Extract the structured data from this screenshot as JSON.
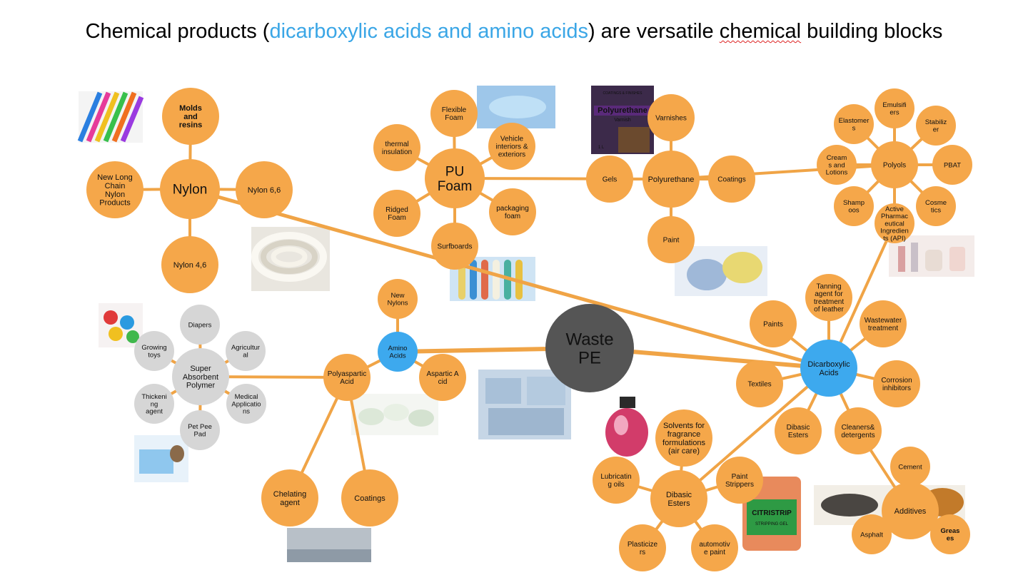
{
  "title": {
    "before": "Chemical products (",
    "highlight": "dicarboxylic acids and amino acids",
    "middle": ") are versatile ",
    "underlined": "chemical",
    "after": " building blocks"
  },
  "colors": {
    "orange": "#f5a74a",
    "blue": "#3da9ee",
    "gray": "#d6d6d6",
    "dark": "#555555",
    "line": "#f0a446"
  },
  "nodes": [
    {
      "id": "waste-pe",
      "label": "Waste\nPE",
      "color": "dark",
      "text_color": "#ffffff",
      "bold": false,
      "size": "xl"
    },
    {
      "id": "nylon",
      "label": "Nylon",
      "color": "orange",
      "bold": false,
      "size": "l"
    },
    {
      "id": "molds",
      "label": "Molds\nand\nresins",
      "color": "orange",
      "bold": true,
      "size": "m"
    },
    {
      "id": "new-long-chain",
      "label": "New Long\nChain\nNylon\nProducts",
      "color": "orange",
      "bold": false,
      "size": "m"
    },
    {
      "id": "nylon66",
      "label": "Nylon 6,6",
      "color": "orange",
      "bold": false,
      "size": "m"
    },
    {
      "id": "nylon46",
      "label": "Nylon 4,6",
      "color": "orange",
      "bold": false,
      "size": "m"
    },
    {
      "id": "pu-foam",
      "label": "PU\nFoam",
      "color": "orange",
      "bold": false,
      "size": "l"
    },
    {
      "id": "flexible-foam",
      "label": "Flexible\nFoam",
      "color": "orange",
      "bold": false,
      "size": "s"
    },
    {
      "id": "thermal",
      "label": "thermal\ninsulation",
      "color": "orange",
      "bold": false,
      "size": "s"
    },
    {
      "id": "vehicle",
      "label": "Vehicle\ninteriors &\nexteriors",
      "color": "orange",
      "bold": false,
      "size": "s"
    },
    {
      "id": "ridged",
      "label": "Ridged\nFoam",
      "color": "orange",
      "bold": false,
      "size": "s"
    },
    {
      "id": "packaging",
      "label": "packaging\nfoam",
      "color": "orange",
      "bold": false,
      "size": "s"
    },
    {
      "id": "surfboards",
      "label": "Surfboards",
      "color": "orange",
      "bold": false,
      "size": "s"
    },
    {
      "id": "polyurethane",
      "label": "Polyurethane",
      "color": "orange",
      "bold": false,
      "size": "m"
    },
    {
      "id": "varnishes",
      "label": "Varnishes",
      "color": "orange",
      "bold": false,
      "size": "s"
    },
    {
      "id": "gels",
      "label": "Gels",
      "color": "orange",
      "bold": false,
      "size": "s"
    },
    {
      "id": "coatings-pu",
      "label": "Coatings",
      "color": "orange",
      "bold": false,
      "size": "s"
    },
    {
      "id": "paint-pu",
      "label": "Paint",
      "color": "orange",
      "bold": false,
      "size": "s"
    },
    {
      "id": "polyols",
      "label": "Polyols",
      "color": "orange",
      "bold": false,
      "size": "s"
    },
    {
      "id": "emulsifiers",
      "label": "Emulsifi\ners",
      "color": "orange",
      "bold": false,
      "size": "xs"
    },
    {
      "id": "elastomers",
      "label": "Elastomer\ns",
      "color": "orange",
      "bold": false,
      "size": "xs"
    },
    {
      "id": "stabilizer",
      "label": "Stabiliz\ner",
      "color": "orange",
      "bold": false,
      "size": "xs"
    },
    {
      "id": "creams",
      "label": "Cream\ns and\nLotions",
      "color": "orange",
      "bold": false,
      "size": "xs"
    },
    {
      "id": "pbat",
      "label": "PBAT",
      "color": "orange",
      "bold": false,
      "size": "xs"
    },
    {
      "id": "shampoos",
      "label": "Shamp\noos",
      "color": "orange",
      "bold": false,
      "size": "xs"
    },
    {
      "id": "cosmetics",
      "label": "Cosme\ntics",
      "color": "orange",
      "bold": false,
      "size": "xs"
    },
    {
      "id": "api",
      "label": "Active\nPharmac\neutical\nIngredien\nts (API)",
      "color": "orange",
      "bold": false,
      "size": "xs"
    },
    {
      "id": "dicarboxylic",
      "label": "Dicarboxylic\nAcids",
      "color": "blue",
      "bold": false,
      "size": "m"
    },
    {
      "id": "tanning",
      "label": "Tanning\nagent for\ntreatment\nof leather",
      "color": "orange",
      "bold": false,
      "size": "s"
    },
    {
      "id": "paints",
      "label": "Paints",
      "color": "orange",
      "bold": false,
      "size": "s"
    },
    {
      "id": "wastewater",
      "label": "Wastewater\ntreatment",
      "color": "orange",
      "bold": false,
      "size": "s"
    },
    {
      "id": "textiles",
      "label": "Textiles",
      "color": "orange",
      "bold": false,
      "size": "s"
    },
    {
      "id": "corrosion",
      "label": "Corrosion\ninhibitors",
      "color": "orange",
      "bold": false,
      "size": "s"
    },
    {
      "id": "dibasic-esters-small",
      "label": "Dibasic\nEsters",
      "color": "orange",
      "bold": false,
      "size": "s"
    },
    {
      "id": "cleaners",
      "label": "Cleaners&\ndetergents",
      "color": "orange",
      "bold": false,
      "size": "s"
    },
    {
      "id": "additives",
      "label": "Additives",
      "color": "orange",
      "bold": false,
      "size": "m"
    },
    {
      "id": "cement",
      "label": "Cement",
      "color": "orange",
      "bold": false,
      "size": "xs"
    },
    {
      "id": "asphalt",
      "label": "Asphalt",
      "color": "orange",
      "bold": false,
      "size": "xs"
    },
    {
      "id": "greases",
      "label": "Greas\nes",
      "color": "orange",
      "bold": true,
      "size": "xs"
    },
    {
      "id": "dibasic-esters",
      "label": "Dibasic\nEsters",
      "color": "orange",
      "bold": false,
      "size": "m"
    },
    {
      "id": "solvents",
      "label": "Solvents for\nfragrance\nformulations\n(air care)",
      "color": "orange",
      "bold": false,
      "size": "m"
    },
    {
      "id": "lubricating",
      "label": "Lubricatin\ng oils",
      "color": "orange",
      "bold": false,
      "size": "s"
    },
    {
      "id": "paint-strippers",
      "label": "Paint\nStrippers",
      "color": "orange",
      "bold": false,
      "size": "s"
    },
    {
      "id": "plasticizers",
      "label": "Plasticize\nrs",
      "color": "orange",
      "bold": false,
      "size": "s"
    },
    {
      "id": "automotive",
      "label": "automotiv\ne paint",
      "color": "orange",
      "bold": false,
      "size": "s"
    },
    {
      "id": "amino-acids",
      "label": "Amino\nAcids",
      "color": "blue",
      "bold": false,
      "size": "xs"
    },
    {
      "id": "new-nylons",
      "label": "New\nNylons",
      "color": "orange",
      "bold": false,
      "size": "xs"
    },
    {
      "id": "aspartic",
      "label": "Aspartic A\ncid",
      "color": "orange",
      "bold": false,
      "size": "s"
    },
    {
      "id": "polyaspartic",
      "label": "Polyaspartic\nAcid",
      "color": "orange",
      "bold": false,
      "size": "s"
    },
    {
      "id": "chelating",
      "label": "Chelating\nagent",
      "color": "orange",
      "bold": false,
      "size": "m"
    },
    {
      "id": "coatings-pa",
      "label": "Coatings",
      "color": "orange",
      "bold": false,
      "size": "m"
    },
    {
      "id": "sap",
      "label": "Super\nAbsorbent\nPolymer",
      "color": "gray",
      "bold": false,
      "size": "m"
    },
    {
      "id": "diapers",
      "label": "Diapers",
      "color": "gray",
      "bold": false,
      "size": "xs"
    },
    {
      "id": "growing-toys",
      "label": "Growing\ntoys",
      "color": "gray",
      "bold": false,
      "size": "xs"
    },
    {
      "id": "agricultural",
      "label": "Agricultur\nal",
      "color": "gray",
      "bold": false,
      "size": "xs"
    },
    {
      "id": "thickening",
      "label": "Thickeni\nng\nagent",
      "color": "gray",
      "bold": false,
      "size": "xs"
    },
    {
      "id": "medical",
      "label": "Medical\nApplicatio\nns",
      "color": "gray",
      "bold": false,
      "size": "xs"
    },
    {
      "id": "pet-pee",
      "label": "Pet Pee\nPad",
      "color": "gray",
      "bold": false,
      "size": "xs"
    }
  ],
  "image_labels": {
    "varnish_brand": "COATINGS & FINISHES",
    "varnish_title": "Polyurethane",
    "varnish_subtitle": "Varnish",
    "varnish_size": "1 L",
    "stripper_brand": "CITRISTRIP",
    "stripper_sub": "STRIPPING GEL"
  }
}
